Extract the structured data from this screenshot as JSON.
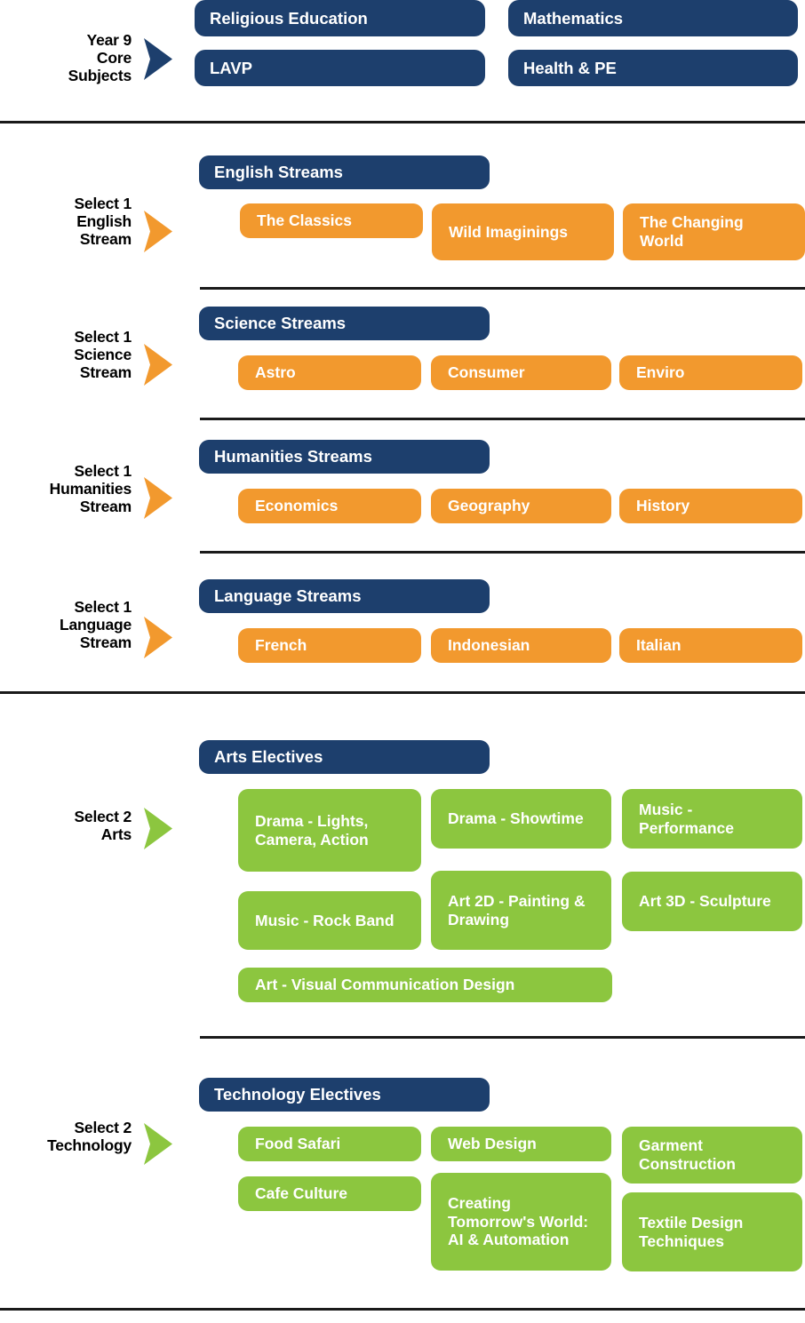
{
  "palette": {
    "navy": "#1d3f6d",
    "orange": "#f2992e",
    "green": "#8cc63f",
    "rule": "#1a1a1a",
    "text_on_pill": "#ffffff",
    "label_text": "#000000",
    "background": "#ffffff"
  },
  "sections": [
    {
      "id": "core",
      "label": "Year 9\nCore\nSubjects",
      "arrow_color": "#1d3f6d",
      "header": null,
      "options": [
        "Religious Education",
        "Mathematics",
        "LAVP",
        "Health & PE"
      ]
    },
    {
      "id": "english",
      "label": "Select 1\nEnglish\nStream",
      "arrow_color": "#f2992e",
      "header": "English Streams",
      "options": [
        "The Classics",
        "Wild Imaginings",
        "The Changing World"
      ]
    },
    {
      "id": "science",
      "label": "Select 1\nScience\nStream",
      "arrow_color": "#f2992e",
      "header": "Science Streams",
      "options": [
        "Astro",
        "Consumer",
        "Enviro"
      ]
    },
    {
      "id": "humanities",
      "label": "Select 1\nHumanities\nStream",
      "arrow_color": "#f2992e",
      "header": "Humanities Streams",
      "options": [
        "Economics",
        "Geography",
        "History"
      ]
    },
    {
      "id": "language",
      "label": "Select 1\nLanguage\nStream",
      "arrow_color": "#f2992e",
      "header": "Language Streams",
      "options": [
        "French",
        "Indonesian",
        "Italian"
      ]
    },
    {
      "id": "arts",
      "label": "Select 2\nArts",
      "arrow_color": "#8cc63f",
      "header": "Arts Electives",
      "options": [
        "Drama - Lights, Camera, Action",
        "Drama - Showtime",
        "Music - Performance",
        "Music - Rock Band",
        "Art 2D - Painting & Drawing",
        "Art 3D - Sculpture",
        "Art - Visual Communication Design"
      ]
    },
    {
      "id": "technology",
      "label": "Select 2\nTechnology",
      "arrow_color": "#8cc63f",
      "header": "Technology Electives",
      "options": [
        "Food Safari",
        "Web Design",
        "Garment Construction",
        "Cafe Culture",
        "Creating Tomorrow's World: AI & Automation",
        "Textile Design Techniques"
      ]
    }
  ],
  "core": {
    "label": "Year 9\nCore\nSubjects",
    "items": [
      "Religious Education",
      "Mathematics",
      "LAVP",
      "Health & PE"
    ]
  },
  "english": {
    "label": "Select 1\nEnglish\nStream",
    "header": "English Streams",
    "items": [
      "The Classics",
      "Wild Imaginings",
      "The Changing World"
    ]
  },
  "science": {
    "label": "Select 1\nScience\nStream",
    "header": "Science Streams",
    "items": [
      "Astro",
      "Consumer",
      "Enviro"
    ]
  },
  "humanities": {
    "label": "Select 1\nHumanities\nStream",
    "header": "Humanities Streams",
    "items": [
      "Economics",
      "Geography",
      "History"
    ]
  },
  "language": {
    "label": "Select 1\nLanguage\nStream",
    "header": "Language Streams",
    "items": [
      "French",
      "Indonesian",
      "Italian"
    ]
  },
  "arts": {
    "label": "Select 2\nArts",
    "header": "Arts Electives",
    "items": [
      "Drama - Lights, Camera, Action",
      "Drama - Showtime",
      "Music - Performance",
      "Music - Rock Band",
      "Art 2D - Painting & Drawing",
      "Art 3D - Sculpture",
      "Art - Visual Communication Design"
    ]
  },
  "technology": {
    "label": "Select 2\nTechnology",
    "header": "Technology Electives",
    "items": [
      "Food Safari",
      "Web Design",
      "Garment Construction",
      "Cafe Culture",
      "Creating Tomorrow's World: AI & Automation",
      "Textile Design Techniques"
    ]
  }
}
